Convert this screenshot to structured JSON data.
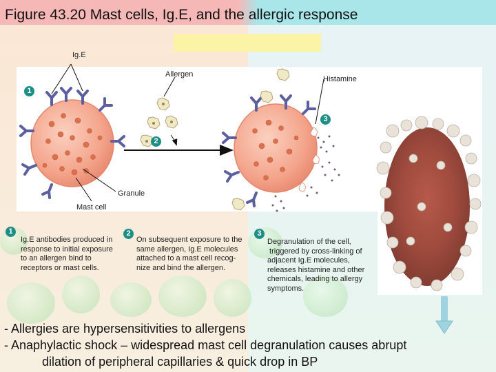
{
  "title": "Figure 43.20 Mast cells, Ig.E, and the allergic response",
  "labels": {
    "ige": "Ig.E",
    "allergen": "Allergen",
    "histamine": "Histamine",
    "granule": "Granule",
    "mast_cell": "Mast cell"
  },
  "steps": [
    {
      "num": "1",
      "lines": [
        "Ig.E antibodies produced in",
        "response to initial exposure",
        "to an allergen bind to",
        "receptors or mast cells."
      ]
    },
    {
      "num": "2",
      "lines": [
        "On subsequent exposure to the",
        "same allergen, Ig.E molecules",
        "attached to a mast cell recog-",
        "nize and bind the allergen."
      ]
    },
    {
      "num": "3",
      "lines": [
        "Degranulation of the cell,",
        " triggered by cross-linking of",
        "adjacent Ig.E molecules,",
        "releases histamine and other",
        "chemicals, leading to allergy",
        "symptoms."
      ]
    }
  ],
  "bullets": [
    "- Allergies are hypersensitivities to allergens",
    "- Anaphylactic shock – widespread mast cell degranulation causes abrupt",
    "           dilation of peripheral capillaries & quick drop in BP"
  ],
  "colors": {
    "cell": "#f4a58c",
    "granule": "#d9714f",
    "receptor": "#5b5fa0",
    "step_badge": "#1c8e86"
  }
}
